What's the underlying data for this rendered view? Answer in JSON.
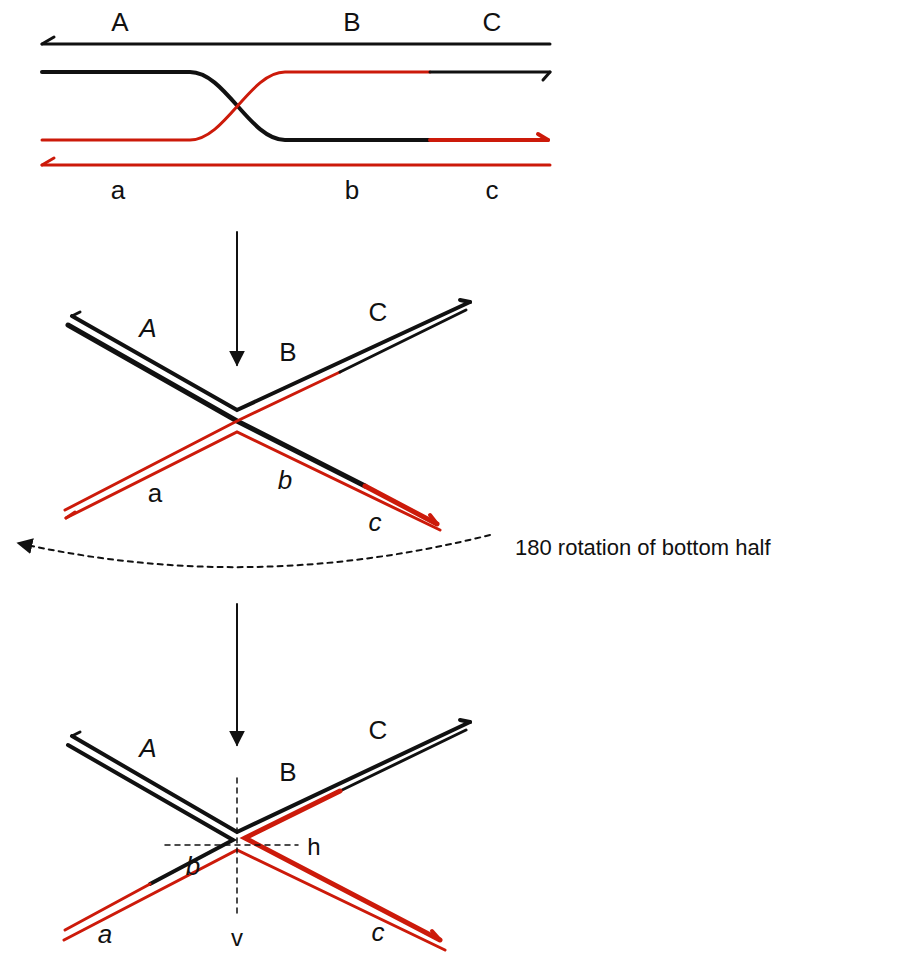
{
  "diagram": {
    "labels": [
      "A",
      "B",
      "C",
      "a",
      "b",
      "c",
      "A",
      "B",
      "C",
      "a",
      "b",
      "c",
      "180 rotation of bottom half",
      "A",
      "B",
      "C",
      "b",
      "a",
      "c",
      "h",
      "v"
    ]
  }
}
